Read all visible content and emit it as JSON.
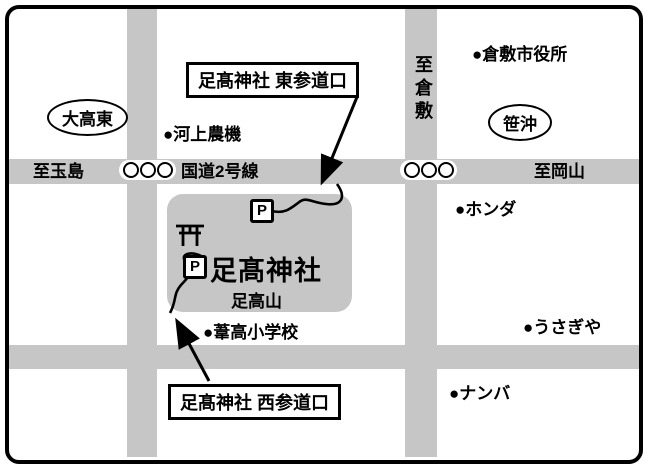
{
  "map": {
    "entrances": {
      "east": "足髙神社 東参道口",
      "west": "足髙神社 西参道口"
    },
    "roads": {
      "route2": "国道2号線",
      "to_tamashima": "至玉島",
      "to_okayama": "至岡山",
      "to_kurashiki": "至倉敷"
    },
    "area_signs": {
      "daikou_higashi": "大高東",
      "sasaoki": "笹沖"
    },
    "pois": {
      "city_hall": {
        "bullet": "●",
        "label": "倉敷市役所"
      },
      "kawakami_nouki": {
        "bullet": "●",
        "label": "河上農機"
      },
      "honda": {
        "bullet": "●",
        "label": "ホンダ"
      },
      "ashitaka_elementary": {
        "bullet": "●",
        "label": "葦高小学校"
      },
      "usagiya": {
        "bullet": "●",
        "label": "うさぎや"
      },
      "namba": {
        "bullet": "●",
        "label": "ナンバ"
      }
    },
    "shrine": {
      "name": "足髙神社",
      "hill": "足高山"
    },
    "parking_symbol": "P",
    "colors": {
      "road": "#c6c6c6",
      "ink": "#000000",
      "paper": "#ffffff"
    }
  }
}
